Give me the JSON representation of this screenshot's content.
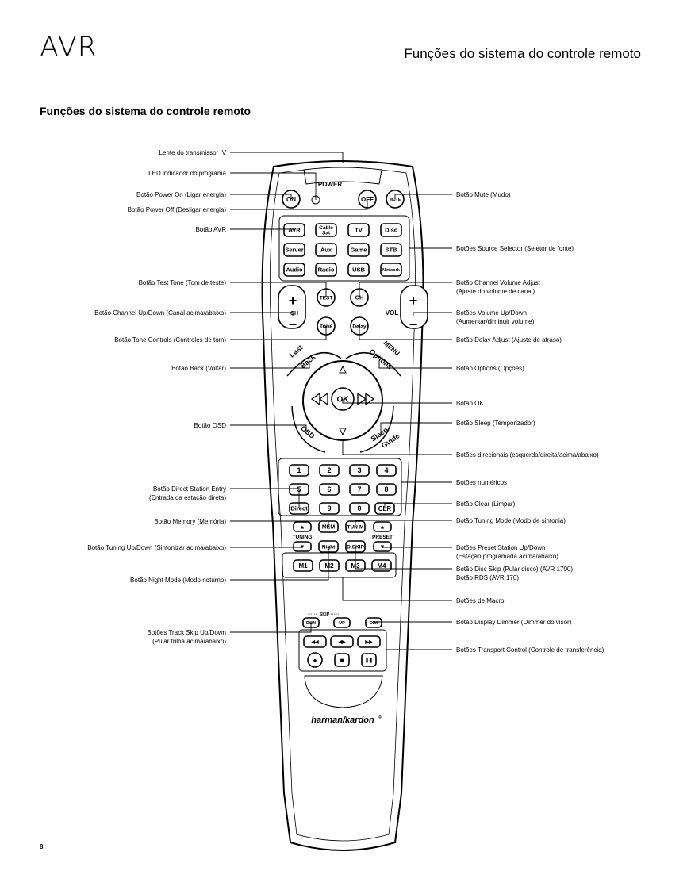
{
  "brand": "AVR",
  "page_header": "Funções do sistema do controle remoto",
  "section_title": "Funções do sistema do controle remoto",
  "page_number": "8",
  "remote": {
    "power_label": "POWER",
    "on": "ON",
    "off": "OFF",
    "mute": "MUTE",
    "sources": [
      "AVR",
      "Cable Sat",
      "TV",
      "Disc",
      "Server",
      "Aux",
      "Game",
      "STB",
      "Audio",
      "Radio",
      "USB",
      "Network"
    ],
    "test": "TEST",
    "ch_button": "CH",
    "ch_label": "CH",
    "vol_label": "VOL",
    "tone": "Tone",
    "delay": "Delay",
    "last": "Last",
    "back": "Back",
    "menu": "MENU",
    "options": "Options",
    "ok": "OK",
    "osd": "OSD",
    "sleep": "Sleep",
    "guide": "Guide",
    "digits": [
      "1",
      "2",
      "3",
      "4",
      "5",
      "6",
      "7",
      "8",
      "9",
      "0"
    ],
    "direct": "Direct",
    "clr": "CLR",
    "mem": "MEM",
    "tun_m": "TUN-M",
    "tuning": "TUNING",
    "preset": "PRESET",
    "night": "Night",
    "d_skip": "D.SKIP",
    "macros": [
      "M1",
      "M2",
      "M3",
      "M4"
    ],
    "skip": "SKIP",
    "down": "DWN",
    "up": "UP",
    "dim": "DIM",
    "logo": "harman/kardon"
  },
  "left_labels": [
    "Lente do transmissor IV",
    "LED indicador do programa",
    "Botão Power On (Ligar energia)",
    "Botão Power Off (Desligar energia)",
    "Botão AVR",
    "Botão Test Tone (Tom de teste)",
    "Botão Channel Up/Down (Canal acima/abaixo)",
    "Botão Tone Controls (Controles de tom)",
    "Botão Back (Voltar)",
    "Botão OSD",
    "Botão Direct Station Entry\n(Entrada da estação direta)",
    "Botão Memory (Memória)",
    "Botão Tuning Up/Down (Sintonizar acima/abaixo)",
    "Botão Night Mode (Modo noturno)",
    "Botões Track Skip Up/Down\n(Pular trilha acima/abaixo)"
  ],
  "right_labels": [
    "Botão Mute (Mudo)",
    "Botões Source Selector (Seletor de fonte)",
    "Botão Channel Volume Adjust\n(Ajuste do volume de canal)",
    "Botões Volume Up/Down\n(Aumentar/diminuir volume)",
    "Botão Delay Adjust (Ajuste de atraso)",
    "Botão Options (Opções)",
    "Botão OK",
    "Botão Sleep (Temporizador)",
    "Botões direcionais (esquerda/direita/acima/abaixo)",
    "Botões numéricos",
    "Botão Clear (Limpar)",
    "Botão Tuning Mode (Modo de sintonia)",
    "Botões Preset Station Up/Down\n(Estação programada acima/abaixo)",
    "Botão Disc Skip (Pular disco) (AVR 1700)\nBotão RDS (AVR 170)",
    "Botões de Macro",
    "Botão Display Dimmer (Dimmer do visor)",
    "Botões Transport Control (Controle de transferência)"
  ]
}
